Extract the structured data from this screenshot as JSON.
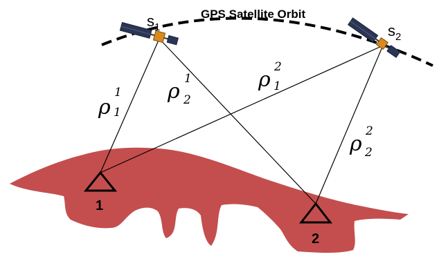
{
  "orbit_label": "GPS Satellite Orbit",
  "satellites": [
    {
      "id": "sat-1",
      "letter": "s",
      "index": "1"
    },
    {
      "id": "sat-2",
      "letter": "s",
      "index": "2"
    }
  ],
  "stations": [
    {
      "id": "station-1",
      "label": "1"
    },
    {
      "id": "station-2",
      "label": "2"
    }
  ],
  "ranges": [
    {
      "id": "rho-1-1",
      "symbol": "ρ",
      "sup": "1",
      "sub": "1"
    },
    {
      "id": "rho-2-1",
      "symbol": "ρ",
      "sup": "1",
      "sub": "2"
    },
    {
      "id": "rho-1-2",
      "symbol": "ρ",
      "sup": "2",
      "sub": "1"
    },
    {
      "id": "rho-2-2",
      "symbol": "ρ",
      "sup": "2",
      "sub": "2"
    }
  ],
  "colors": {
    "land": "#c44e4e",
    "orbit": "#000000",
    "line": "#000000",
    "panel": "#2b3654",
    "satellite_body": "#d98a1e"
  }
}
